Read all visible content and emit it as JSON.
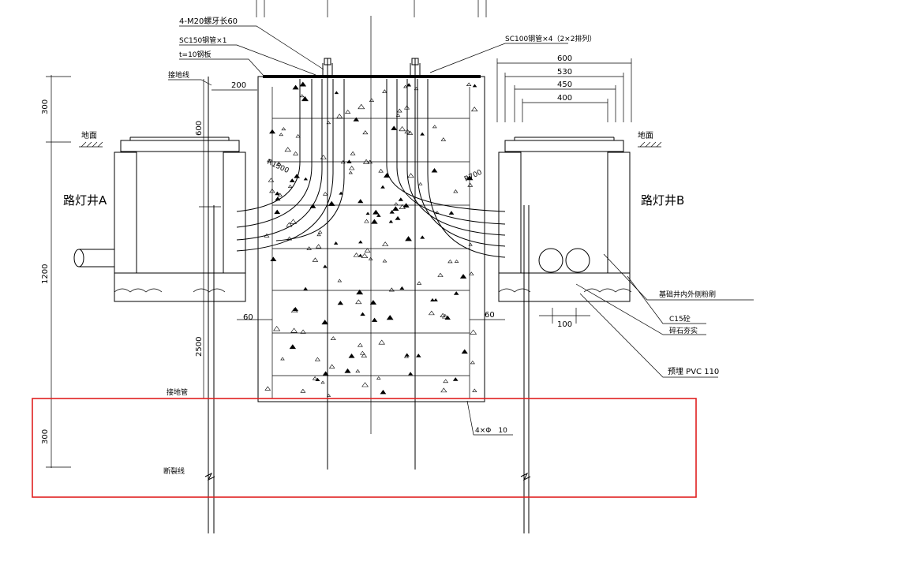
{
  "labels": {
    "bolt": "4-M20螺牙长60",
    "sc150": "SC150钢管×1",
    "plate": "t=10钢板",
    "ground_wire": "接地线",
    "sc100": "SC100钢管×4（2×2排列）",
    "ground_left": "地面",
    "ground_right": "地面",
    "well_a": "路灯井A",
    "well_b": "路灯井B",
    "foundation_note": "基础井内外侧粉刷",
    "c15": "C15砼",
    "gravel": "碎石夯实",
    "pvc": "预埋 PVC 110",
    "ground_pipe": "接地管",
    "break_line": "断裂线",
    "rebar": "4×Φ　10",
    "r1500": "R1500",
    "r700": "R700"
  },
  "dims": {
    "d300_top": "300",
    "d1200": "1200",
    "d300_bottom": "300",
    "d600_v": "600",
    "d2500": "2500",
    "d200": "200",
    "d60_left": "60",
    "d60_right": "60",
    "d100": "100",
    "d600": "600",
    "d530": "530",
    "d450": "450",
    "d400": "400"
  },
  "colors": {
    "line": "#000000",
    "highlight": "#e02020"
  }
}
